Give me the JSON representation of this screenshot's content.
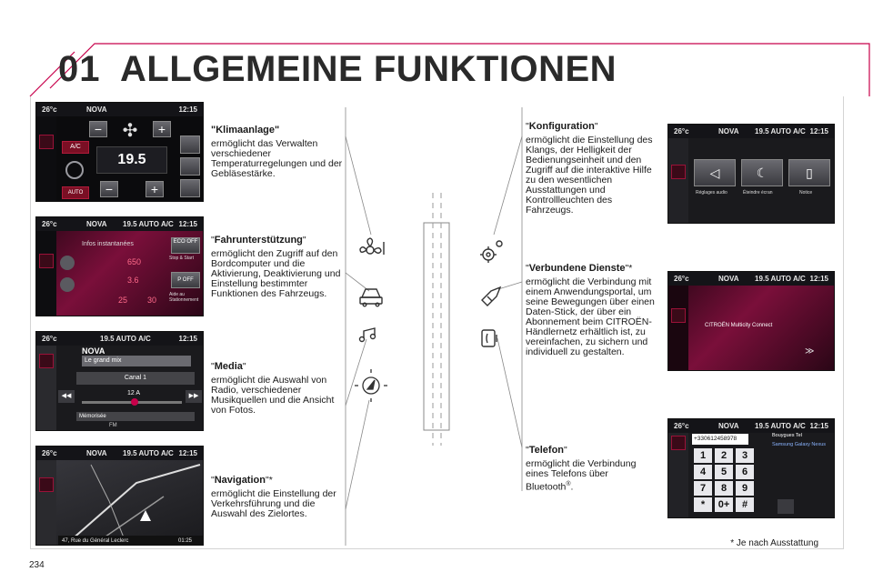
{
  "header": {
    "chapter": "01",
    "title": "ALLGEMEINE FUNKTIONEN"
  },
  "page_number": "234",
  "footnote": "* Je nach Ausstattung",
  "sections": {
    "klima": {
      "title": "Klimaanlage",
      "text": "ermöglicht das Verwalten verschiedener Temperaturregelungen und der Gebläsestärke."
    },
    "fahrer": {
      "title": "Fahrunterstützung",
      "text": "ermöglicht den Zugriff auf den Bordcomputer und die Aktivierung, Deaktivierung und Einstellung bestimmter Funktionen des Fahrzeugs."
    },
    "media": {
      "title": "Media",
      "text": "ermöglicht die Auswahl von Radio, verschiedener Musikquellen und die Ansicht von Fotos."
    },
    "navi": {
      "title": "Navigation",
      "suffix": "*",
      "text": "ermöglicht die Einstellung der Verkehrsführung und die Auswahl des Zielortes."
    },
    "konfig": {
      "title": "Konfiguration",
      "text": "ermöglicht die Einstellung des Klangs, der Helligkeit der Bedienungseinheit und den Zugriff auf die interaktive Hilfe zu den wesentlichen Ausstattungen und Kontrollleuchten des Fahrzeugs."
    },
    "dienste": {
      "title": "Verbundene Dienste",
      "suffix": "*",
      "text": "ermöglicht die Verbindung mit einem Anwendungsportal, um seine Bewegungen über einen Daten-Stick, der über ein Abonnement beim CITROËN-Händlernetz erhältlich ist, zu vereinfachen, zu sichern und individuell zu gestalten."
    },
    "telefon": {
      "title": "Telefon",
      "text": "ermöglicht die Verbindung eines Telefons über Bluetooth",
      "reg": "®",
      "end": "."
    }
  },
  "screens": {
    "klima": {
      "temp": "26°c",
      "source": "NOVA",
      "time": "12:15",
      "setpoint": "19.5",
      "ac": "A/C",
      "auto": "AUTO"
    },
    "fahrer": {
      "temp": "26°c",
      "source": "NOVA",
      "setpoint": "19.5 AUTO A/C",
      "time": "12:15",
      "heading": "Infos instantanées",
      "eco_label": "ECO OFF",
      "stop_start": "Stop & Start",
      "val1": "650",
      "val2": "3.6",
      "val3": "25",
      "val4": "30",
      "park": "P OFF",
      "park_label": "Aide au Stationnement"
    },
    "media": {
      "temp": "26°c",
      "setpoint": "19.5 AUTO A/C",
      "time": "12:15",
      "station": "NOVA",
      "subtitle": "Le grand mix",
      "channel": "Canal 1",
      "freq": "12 A",
      "memory": "Mémorisée",
      "band": "FM"
    },
    "navi": {
      "temp": "26°c",
      "source": "NOVA",
      "setpoint": "19.5 AUTO A/C",
      "time": "12:15",
      "address": "47, Rue du Général Leclerc",
      "eta": "01:25"
    },
    "konfig": {
      "temp": "26°c",
      "source": "NOVA",
      "setpoint": "19.5 AUTO A/C",
      "time": "12:15",
      "btn1": "Réglages audio",
      "btn2": "Éteindre écran",
      "btn3": "Notice"
    },
    "dienste": {
      "temp": "26°c",
      "source": "NOVA",
      "setpoint": "19.5 AUTO A/C",
      "time": "12:15",
      "brand": "CITROËN Multicity Connect"
    },
    "telefon": {
      "temp": "26°c",
      "source": "NOVA",
      "setpoint": "19.5 AUTO A/C",
      "time": "12:15",
      "number": "+330612458978",
      "operator": "Bouygues Tel",
      "device": "Samsung Galaxy Nexus",
      "keys": [
        "1",
        "2",
        "3",
        "4",
        "5",
        "6",
        "7",
        "8",
        "9",
        "*",
        "0+",
        "#"
      ]
    }
  },
  "colors": {
    "accent": "#c8004a",
    "text": "#1a1a1a",
    "frame": "#d4d4d4",
    "screen_bg": "#0b0b0d"
  }
}
